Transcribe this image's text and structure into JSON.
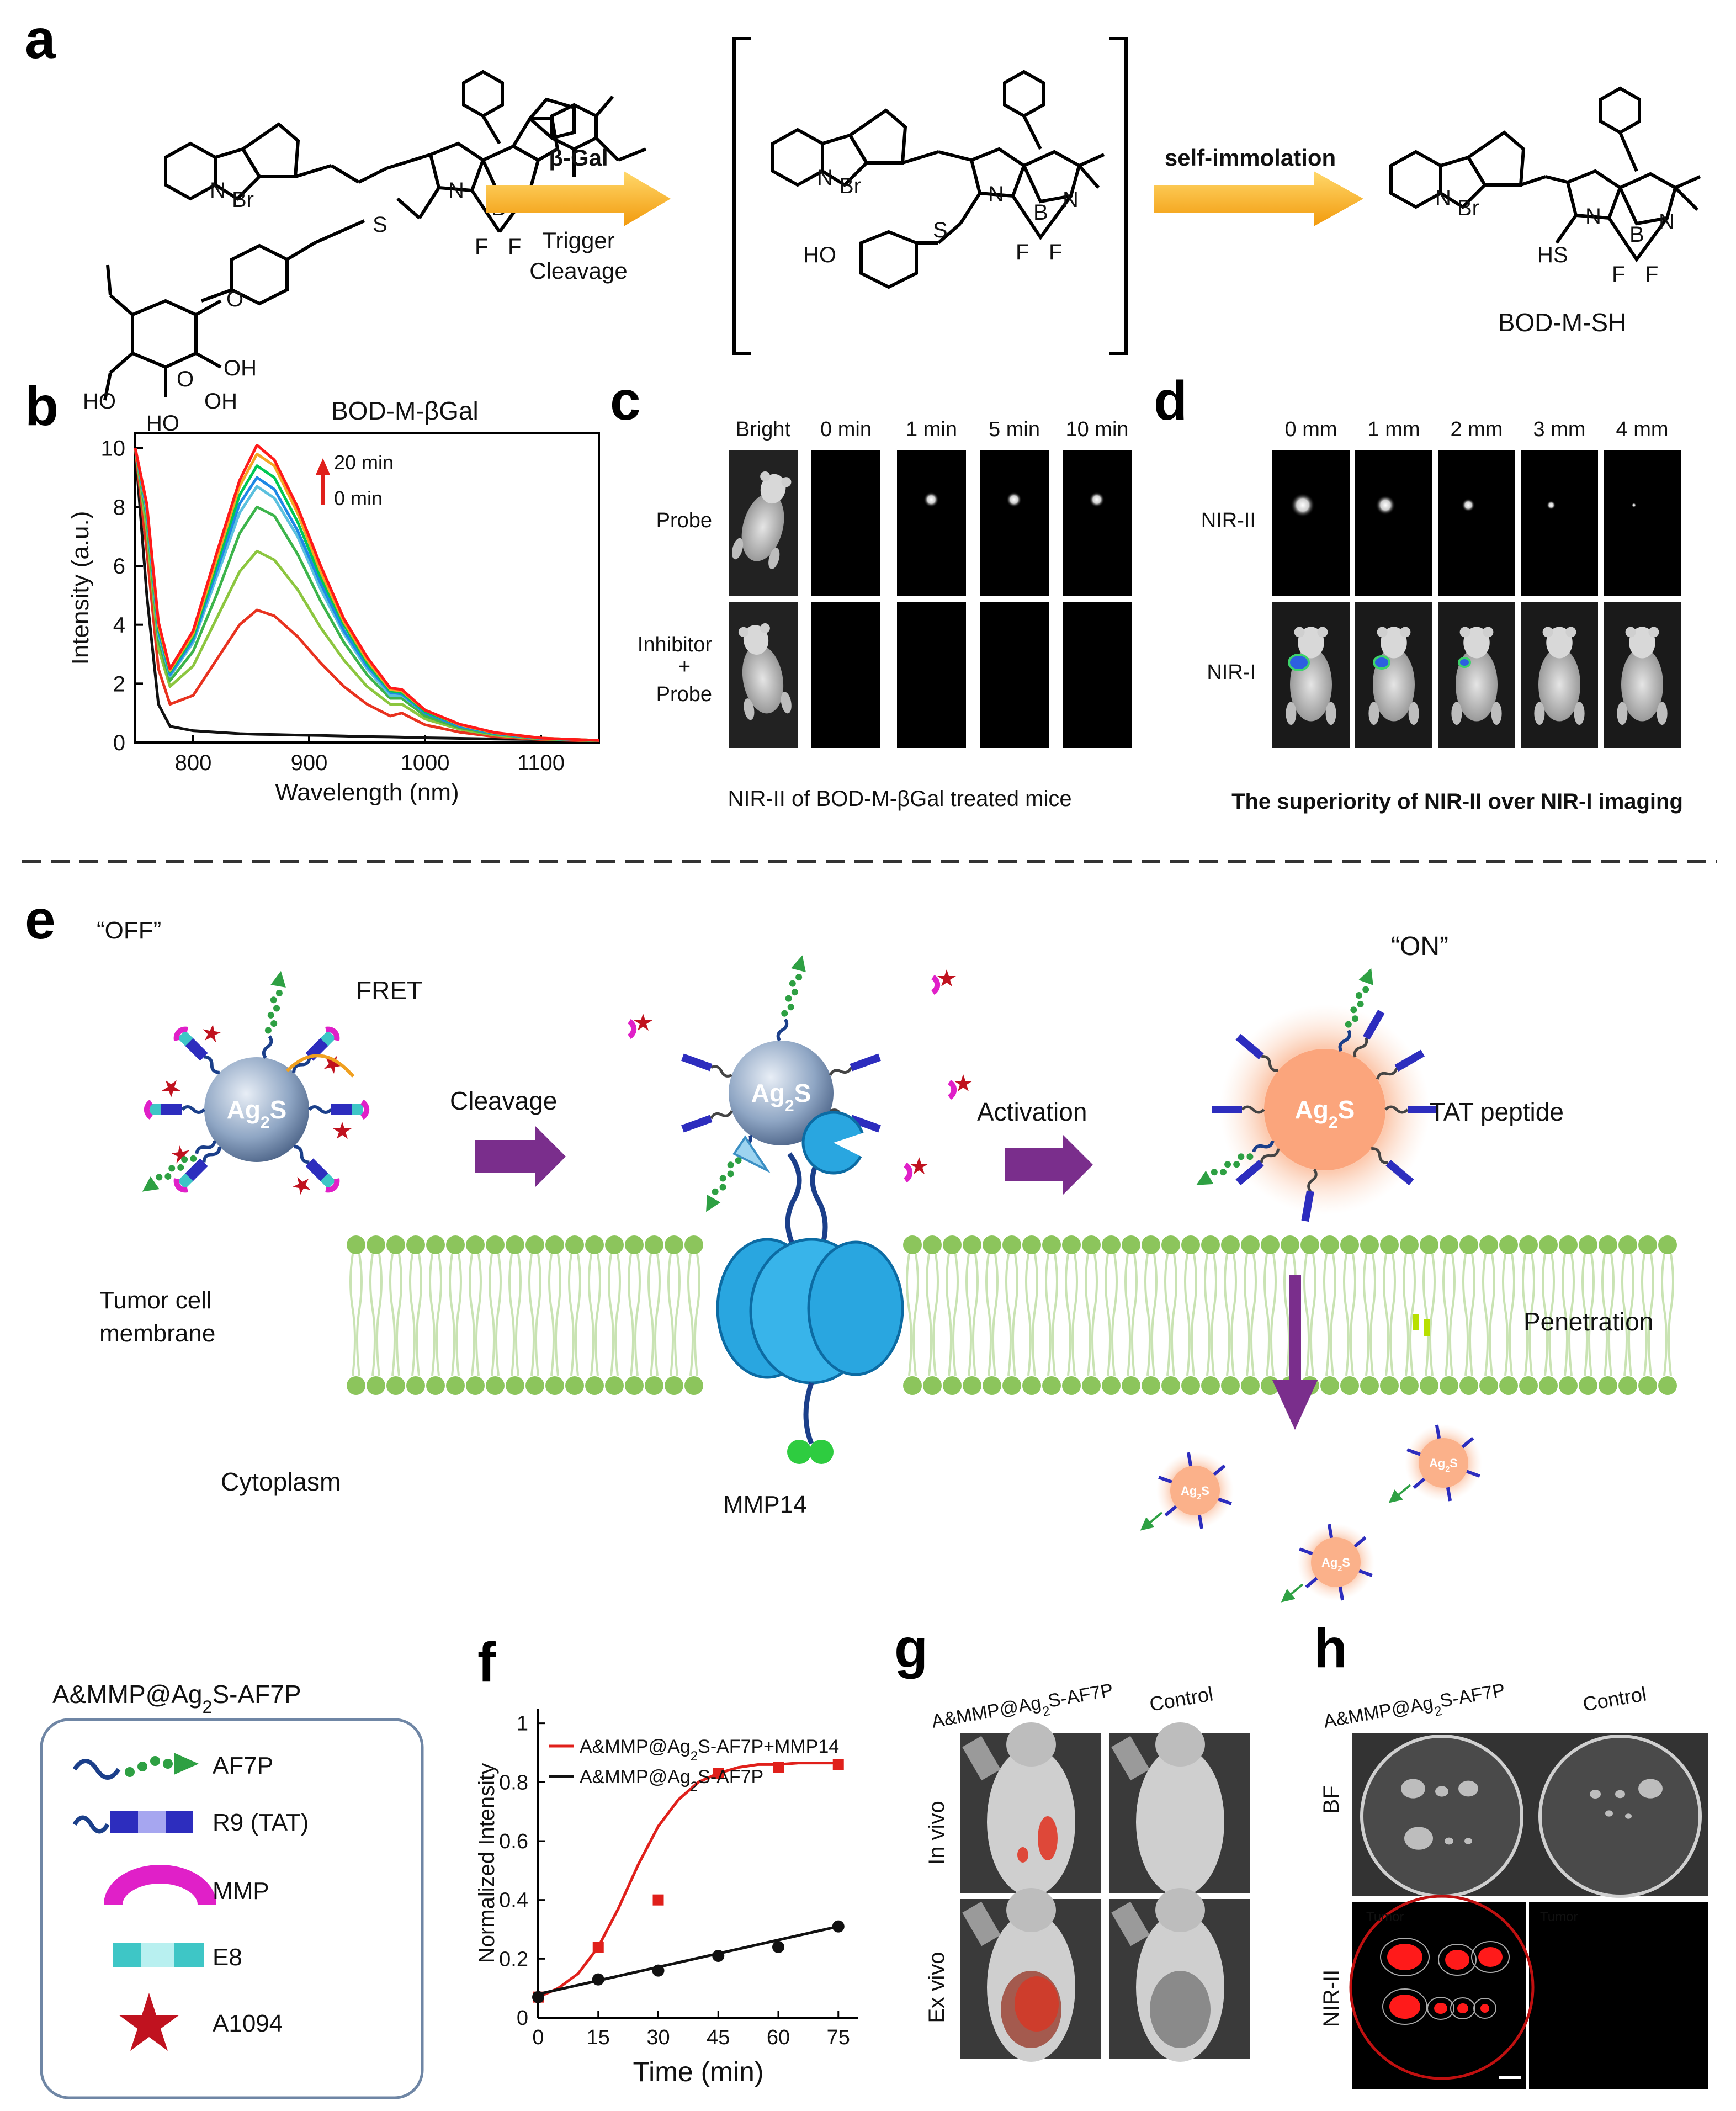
{
  "panels": {
    "a": {
      "label": "a",
      "reagent_top": "β-Gal",
      "reagent_bottom": "Trigger",
      "reagent_bottom2": "Cleavage",
      "step2": "self-immolation",
      "compound1": "BOD-M-βGal",
      "compound2": "BOD-M-SH",
      "atoms": {
        "Br": "Br",
        "N": "N",
        "B": "B",
        "F": "F",
        "OH": "OH",
        "HO": "HO",
        "HS": "HS",
        "S": "S",
        "O": "O"
      }
    },
    "b": {
      "label": "b"
    },
    "c": {
      "label": "c",
      "columns": [
        "Bright",
        "0 min",
        "1 min",
        "5 min",
        "10 min"
      ],
      "row1": "Probe",
      "row2a": "Inhibitor",
      "row2b": "+",
      "row2c": "Probe",
      "caption": "NIR-II of BOD-M-βGal treated mice"
    },
    "d": {
      "label": "d",
      "columns": [
        "0 mm",
        "1 mm",
        "2 mm",
        "3 mm",
        "4 mm"
      ],
      "row1": "NIR-II",
      "row2": "NIR-I",
      "caption": "The superiority of NIR-II over NIR-I imaging"
    },
    "e": {
      "label": "e",
      "off": "“OFF”",
      "on": "“ON”",
      "fret": "FRET",
      "np": "Ag",
      "np_sub": "2",
      "np_end": "S",
      "cleavage": "Cleavage",
      "activation": "Activation",
      "tat": "TAT peptide",
      "membrane1": "Tumor cell",
      "membrane2": "membrane",
      "penetration": "Penetration",
      "cytoplasm": "Cytoplasm",
      "enzyme": "MMP14"
    },
    "legend": {
      "title_pre": "A&MMP@Ag",
      "title_sub": "2",
      "title_post": "S-AF7P",
      "items": [
        "AF7P",
        "R9 (TAT)",
        "MMP",
        "E8",
        "A1094"
      ]
    },
    "f": {
      "label": "f"
    },
    "g": {
      "label": "g",
      "col1_pre": "A&MMP@Ag",
      "col1_sub": "2",
      "col1_post": "S-AF7P",
      "col2": "Control",
      "row1": "In vivo",
      "row2": "Ex vivo"
    },
    "h": {
      "label": "h",
      "col1_pre": "A&MMP@Ag",
      "col1_sub": "2",
      "col1_post": "S-AF7P",
      "col2": "Control",
      "row1": "BF",
      "row2": "NIR-II",
      "tumor": "Tumor"
    }
  },
  "chart_data": [
    {
      "id": "b",
      "type": "line",
      "xlabel": "Wavelength (nm)",
      "ylabel": "Intensity (a.u.)",
      "xlim": [
        750,
        1150
      ],
      "ylim": [
        0,
        10.5
      ],
      "xticks": [
        800,
        900,
        1000,
        1100
      ],
      "yticks": [
        0,
        2,
        4,
        6,
        8,
        10
      ],
      "annotation_top": "20 min",
      "annotation_bottom": "0 min",
      "x": [
        750,
        760,
        770,
        780,
        800,
        820,
        840,
        855,
        870,
        890,
        910,
        930,
        950,
        970,
        980,
        1000,
        1030,
        1060,
        1100,
        1150
      ],
      "series": [
        {
          "color": "#111111",
          "values": [
            10.0,
            5.0,
            1.3,
            0.55,
            0.4,
            0.35,
            0.3,
            0.28,
            0.27,
            0.25,
            0.24,
            0.22,
            0.2,
            0.19,
            0.18,
            0.16,
            0.14,
            0.12,
            0.1,
            0.08
          ]
        },
        {
          "color": "#e8321f",
          "values": [
            10.0,
            6.5,
            2.5,
            1.3,
            1.6,
            2.8,
            4.0,
            4.5,
            4.3,
            3.6,
            2.7,
            1.9,
            1.3,
            0.9,
            1.0,
            0.6,
            0.35,
            0.2,
            0.1,
            0.05
          ]
        },
        {
          "color": "#8cc63f",
          "values": [
            10.0,
            7.2,
            3.2,
            1.9,
            2.6,
            4.2,
            5.8,
            6.5,
            6.2,
            5.2,
            3.9,
            2.8,
            1.9,
            1.3,
            1.3,
            0.8,
            0.45,
            0.25,
            0.12,
            0.06
          ]
        },
        {
          "color": "#3cb44b",
          "values": [
            10.0,
            7.6,
            3.5,
            2.1,
            3.1,
            5.0,
            7.1,
            8.0,
            7.7,
            6.4,
            4.8,
            3.4,
            2.3,
            1.5,
            1.5,
            0.9,
            0.5,
            0.28,
            0.13,
            0.06
          ]
        },
        {
          "color": "#5bc0de",
          "values": [
            10.0,
            7.8,
            3.7,
            2.25,
            3.4,
            5.6,
            7.8,
            8.7,
            8.3,
            7.0,
            5.2,
            3.7,
            2.5,
            1.6,
            1.6,
            1.0,
            0.55,
            0.3,
            0.14,
            0.07
          ]
        },
        {
          "color": "#1e88e5",
          "values": [
            10.0,
            7.9,
            3.8,
            2.3,
            3.5,
            5.8,
            8.1,
            9.0,
            8.6,
            7.2,
            5.4,
            3.8,
            2.6,
            1.7,
            1.65,
            1.0,
            0.55,
            0.3,
            0.14,
            0.07
          ]
        },
        {
          "color": "#00c853",
          "values": [
            10.0,
            8.0,
            3.9,
            2.4,
            3.6,
            6.0,
            8.4,
            9.4,
            9.0,
            7.5,
            5.6,
            4.0,
            2.7,
            1.75,
            1.7,
            1.05,
            0.6,
            0.32,
            0.15,
            0.07
          ]
        },
        {
          "color": "#f5a623",
          "values": [
            10.0,
            8.05,
            4.0,
            2.45,
            3.7,
            6.2,
            8.7,
            9.8,
            9.4,
            7.8,
            5.8,
            4.1,
            2.8,
            1.8,
            1.75,
            1.1,
            0.6,
            0.33,
            0.15,
            0.07
          ]
        },
        {
          "color": "#ff1a1a",
          "values": [
            10.0,
            8.1,
            4.1,
            2.5,
            3.8,
            6.4,
            8.9,
            10.1,
            9.6,
            8.0,
            6.0,
            4.2,
            2.9,
            1.85,
            1.8,
            1.1,
            0.62,
            0.34,
            0.15,
            0.07
          ]
        }
      ]
    },
    {
      "id": "f",
      "type": "line",
      "xlabel": "Time (min)",
      "ylabel": "Normalized Intensity",
      "xlim": [
        0,
        80
      ],
      "ylim": [
        0,
        1.05
      ],
      "xticks": [
        0,
        15,
        30,
        45,
        60,
        75
      ],
      "yticks": [
        0,
        0.2,
        0.4,
        0.6,
        0.8,
        1
      ],
      "series": [
        {
          "name_pre": "A&MMP@Ag",
          "name_sub": "2",
          "name_post": "S-AF7P+MMP14",
          "color": "#e0201b",
          "points_x": [
            0,
            15,
            30,
            45,
            60,
            75
          ],
          "points_y": [
            0.07,
            0.24,
            0.4,
            0.83,
            0.85,
            0.86
          ],
          "fit_x": [
            0,
            5,
            10,
            15,
            20,
            25,
            30,
            35,
            40,
            45,
            50,
            55,
            60,
            65,
            70,
            75
          ],
          "fit_y": [
            0.07,
            0.1,
            0.15,
            0.24,
            0.37,
            0.52,
            0.65,
            0.74,
            0.8,
            0.83,
            0.85,
            0.86,
            0.86,
            0.865,
            0.865,
            0.865
          ]
        },
        {
          "name_pre": "A&MMP@Ag",
          "name_sub": "2",
          "name_post": "S-AF7P",
          "color": "#111111",
          "points_x": [
            0,
            15,
            30,
            45,
            60,
            75
          ],
          "points_y": [
            0.07,
            0.13,
            0.16,
            0.21,
            0.24,
            0.31
          ],
          "fit_x": [
            0,
            75
          ],
          "fit_y": [
            0.08,
            0.31
          ]
        }
      ]
    }
  ]
}
